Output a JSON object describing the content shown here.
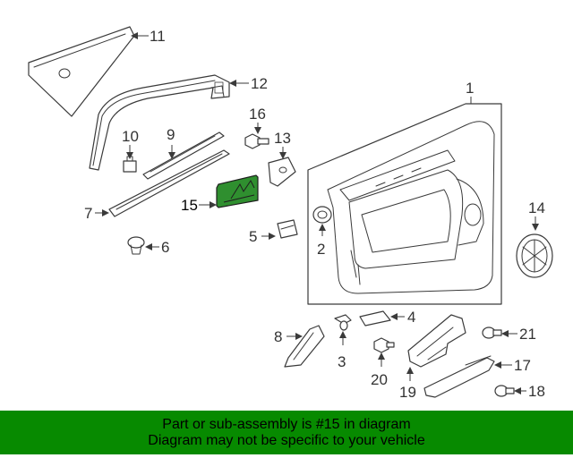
{
  "callouts": {
    "c1": "1",
    "c2": "2",
    "c3": "3",
    "c4": "4",
    "c5": "5",
    "c6": "6",
    "c7": "7",
    "c8": "8",
    "c9": "9",
    "c10": "10",
    "c11": "11",
    "c12": "12",
    "c13": "13",
    "c14": "14",
    "c15": "15",
    "c16": "16",
    "c17": "17",
    "c18": "18",
    "c19": "19",
    "c20": "20",
    "c21": "21"
  },
  "highlight": {
    "part_number": "15",
    "color": "#2f8f2f"
  },
  "footer": {
    "line1": "Part or sub-assembly is #15 in diagram",
    "line2": "Diagram may not be specific to your vehicle",
    "background": "#078a00"
  }
}
